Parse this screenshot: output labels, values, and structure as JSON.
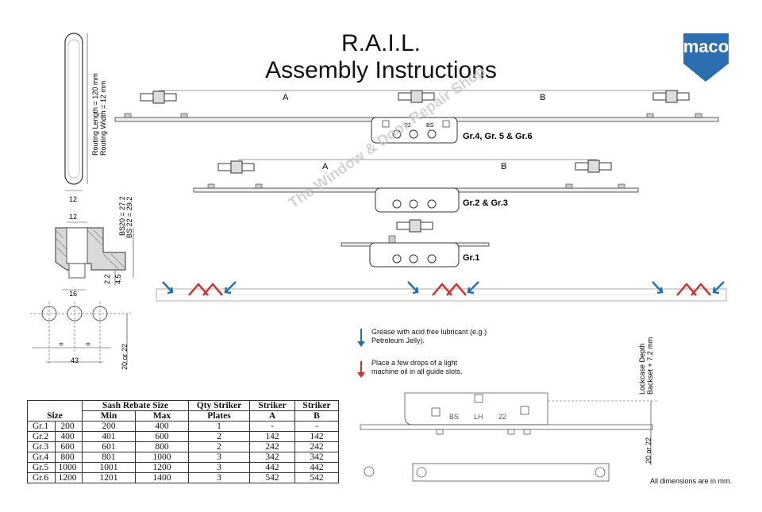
{
  "header": {
    "title_line1": "R.A.I.L.",
    "title_line2": "Assembly Instructions",
    "logo_text": "maco",
    "brand_color": "#2b6fb1"
  },
  "routing": {
    "length": "Routing Length = 120 mm",
    "width": "Routing Width = 12 mm",
    "width_dim": "12"
  },
  "section": {
    "top_dim": "12",
    "bs20": "BS20 = 27.2",
    "bs22": "BS 22 = 29.2",
    "dim_22": "2.2",
    "dim_45": "4.5",
    "dim_16": "16"
  },
  "holes": {
    "spacing_mark": "=",
    "dim_43": "43",
    "side_dim": "20 or 22"
  },
  "assemblies": {
    "top_label": "Gr.4, Gr. 5 & Gr.6",
    "mid_label": "Gr.2 & Gr.3",
    "bottom_label": "Gr.1",
    "a": "A",
    "b": "B",
    "lockcase_bs": "BS",
    "lockcase_22": "22"
  },
  "legend": {
    "grease": "Grease with acid free lubricant (e.g.) Petroleum Jelly).",
    "oil": "Place a few drops of a light machine oil in all guide slots.",
    "grease_color": "#1f6fb5",
    "oil_color": "#d42a2a"
  },
  "lockcase_detail": {
    "depth_label_1": "Lockcase Depth",
    "depth_label_2": "Backset + 7.2 mm",
    "side_dim": "20 or 22",
    "bs": "BS",
    "lh": "LH",
    "n22": "22"
  },
  "table": {
    "headers": {
      "size": "Size",
      "sash_rebate": "Sash Rebate Size",
      "min": "Min",
      "max": "Max",
      "qty_1": "Qty Striker",
      "qty_2": "Plates",
      "striker_a_1": "Striker",
      "striker_a_2": "A",
      "striker_b_1": "Striker",
      "striker_b_2": "B"
    },
    "rows": [
      [
        "Gr.1",
        "200",
        "200",
        "400",
        "1",
        "-",
        "-"
      ],
      [
        "Gr.2",
        "400",
        "401",
        "600",
        "2",
        "142",
        "142"
      ],
      [
        "Gr.3",
        "600",
        "601",
        "800",
        "2",
        "242",
        "242"
      ],
      [
        "Gr.4",
        "800",
        "801",
        "1000",
        "3",
        "342",
        "342"
      ],
      [
        "Gr.5",
        "1000",
        "1001",
        "1200",
        "3",
        "442",
        "442"
      ],
      [
        "Gr.6",
        "1200",
        "1201",
        "1400",
        "3",
        "542",
        "542"
      ]
    ]
  },
  "footer": {
    "note": "All dimensions are in mm."
  },
  "watermark": "The Window & Door Repair Shop"
}
